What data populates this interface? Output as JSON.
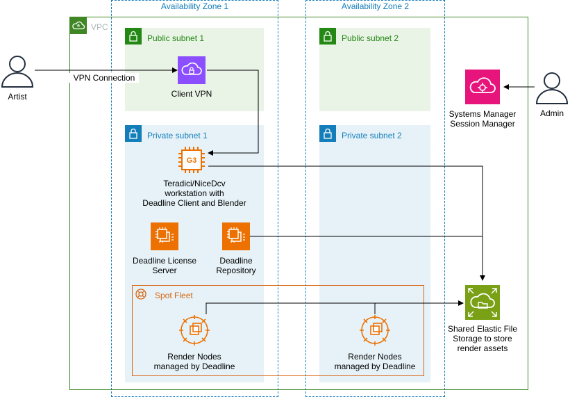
{
  "zones": {
    "az1": "Availability Zone 1",
    "az2": "Availability Zone 2"
  },
  "vpc": {
    "label": "VPC"
  },
  "subnets": {
    "public1": "Public subnet 1",
    "public2": "Public subnet 2",
    "private1": "Private subnet 1",
    "private2": "Private subnet 2"
  },
  "spot_fleet": {
    "label": "Spot Fleet"
  },
  "actors": {
    "artist": "Artist",
    "admin": "Admin"
  },
  "connections": {
    "vpn": "VPN Connection"
  },
  "nodes": {
    "client_vpn": "Client VPN",
    "workstation": [
      "Teradici/NiceDcv",
      "workstation with",
      "Deadline Client and Blender"
    ],
    "workstation_chip": "G3",
    "license_server": [
      "Deadline License",
      "Server"
    ],
    "repository": [
      "Deadline",
      "Repository"
    ],
    "render_nodes_1": [
      "Render Nodes",
      "managed by Deadline"
    ],
    "render_nodes_2": [
      "Render Nodes",
      "managed by Deadline"
    ],
    "systems_manager": [
      "Systems Manager",
      "Session Manager"
    ],
    "efs": [
      "Shared Elastic File",
      "Storage to store",
      "render assets"
    ]
  },
  "colors": {
    "az_border": "#147eba",
    "vpc_border": "#3f8624",
    "public_subnet_fill": "#e9f3e6",
    "private_subnet_fill": "#e6f2f8",
    "public_subnet_icon": "#248814",
    "private_subnet_icon": "#147eba",
    "spot_fleet": "#d86613",
    "compute_orange": "#ed7100",
    "vpn_purple": "#8c4fff",
    "systems_manager_pink": "#e7157b",
    "efs_green": "#7aa116"
  }
}
